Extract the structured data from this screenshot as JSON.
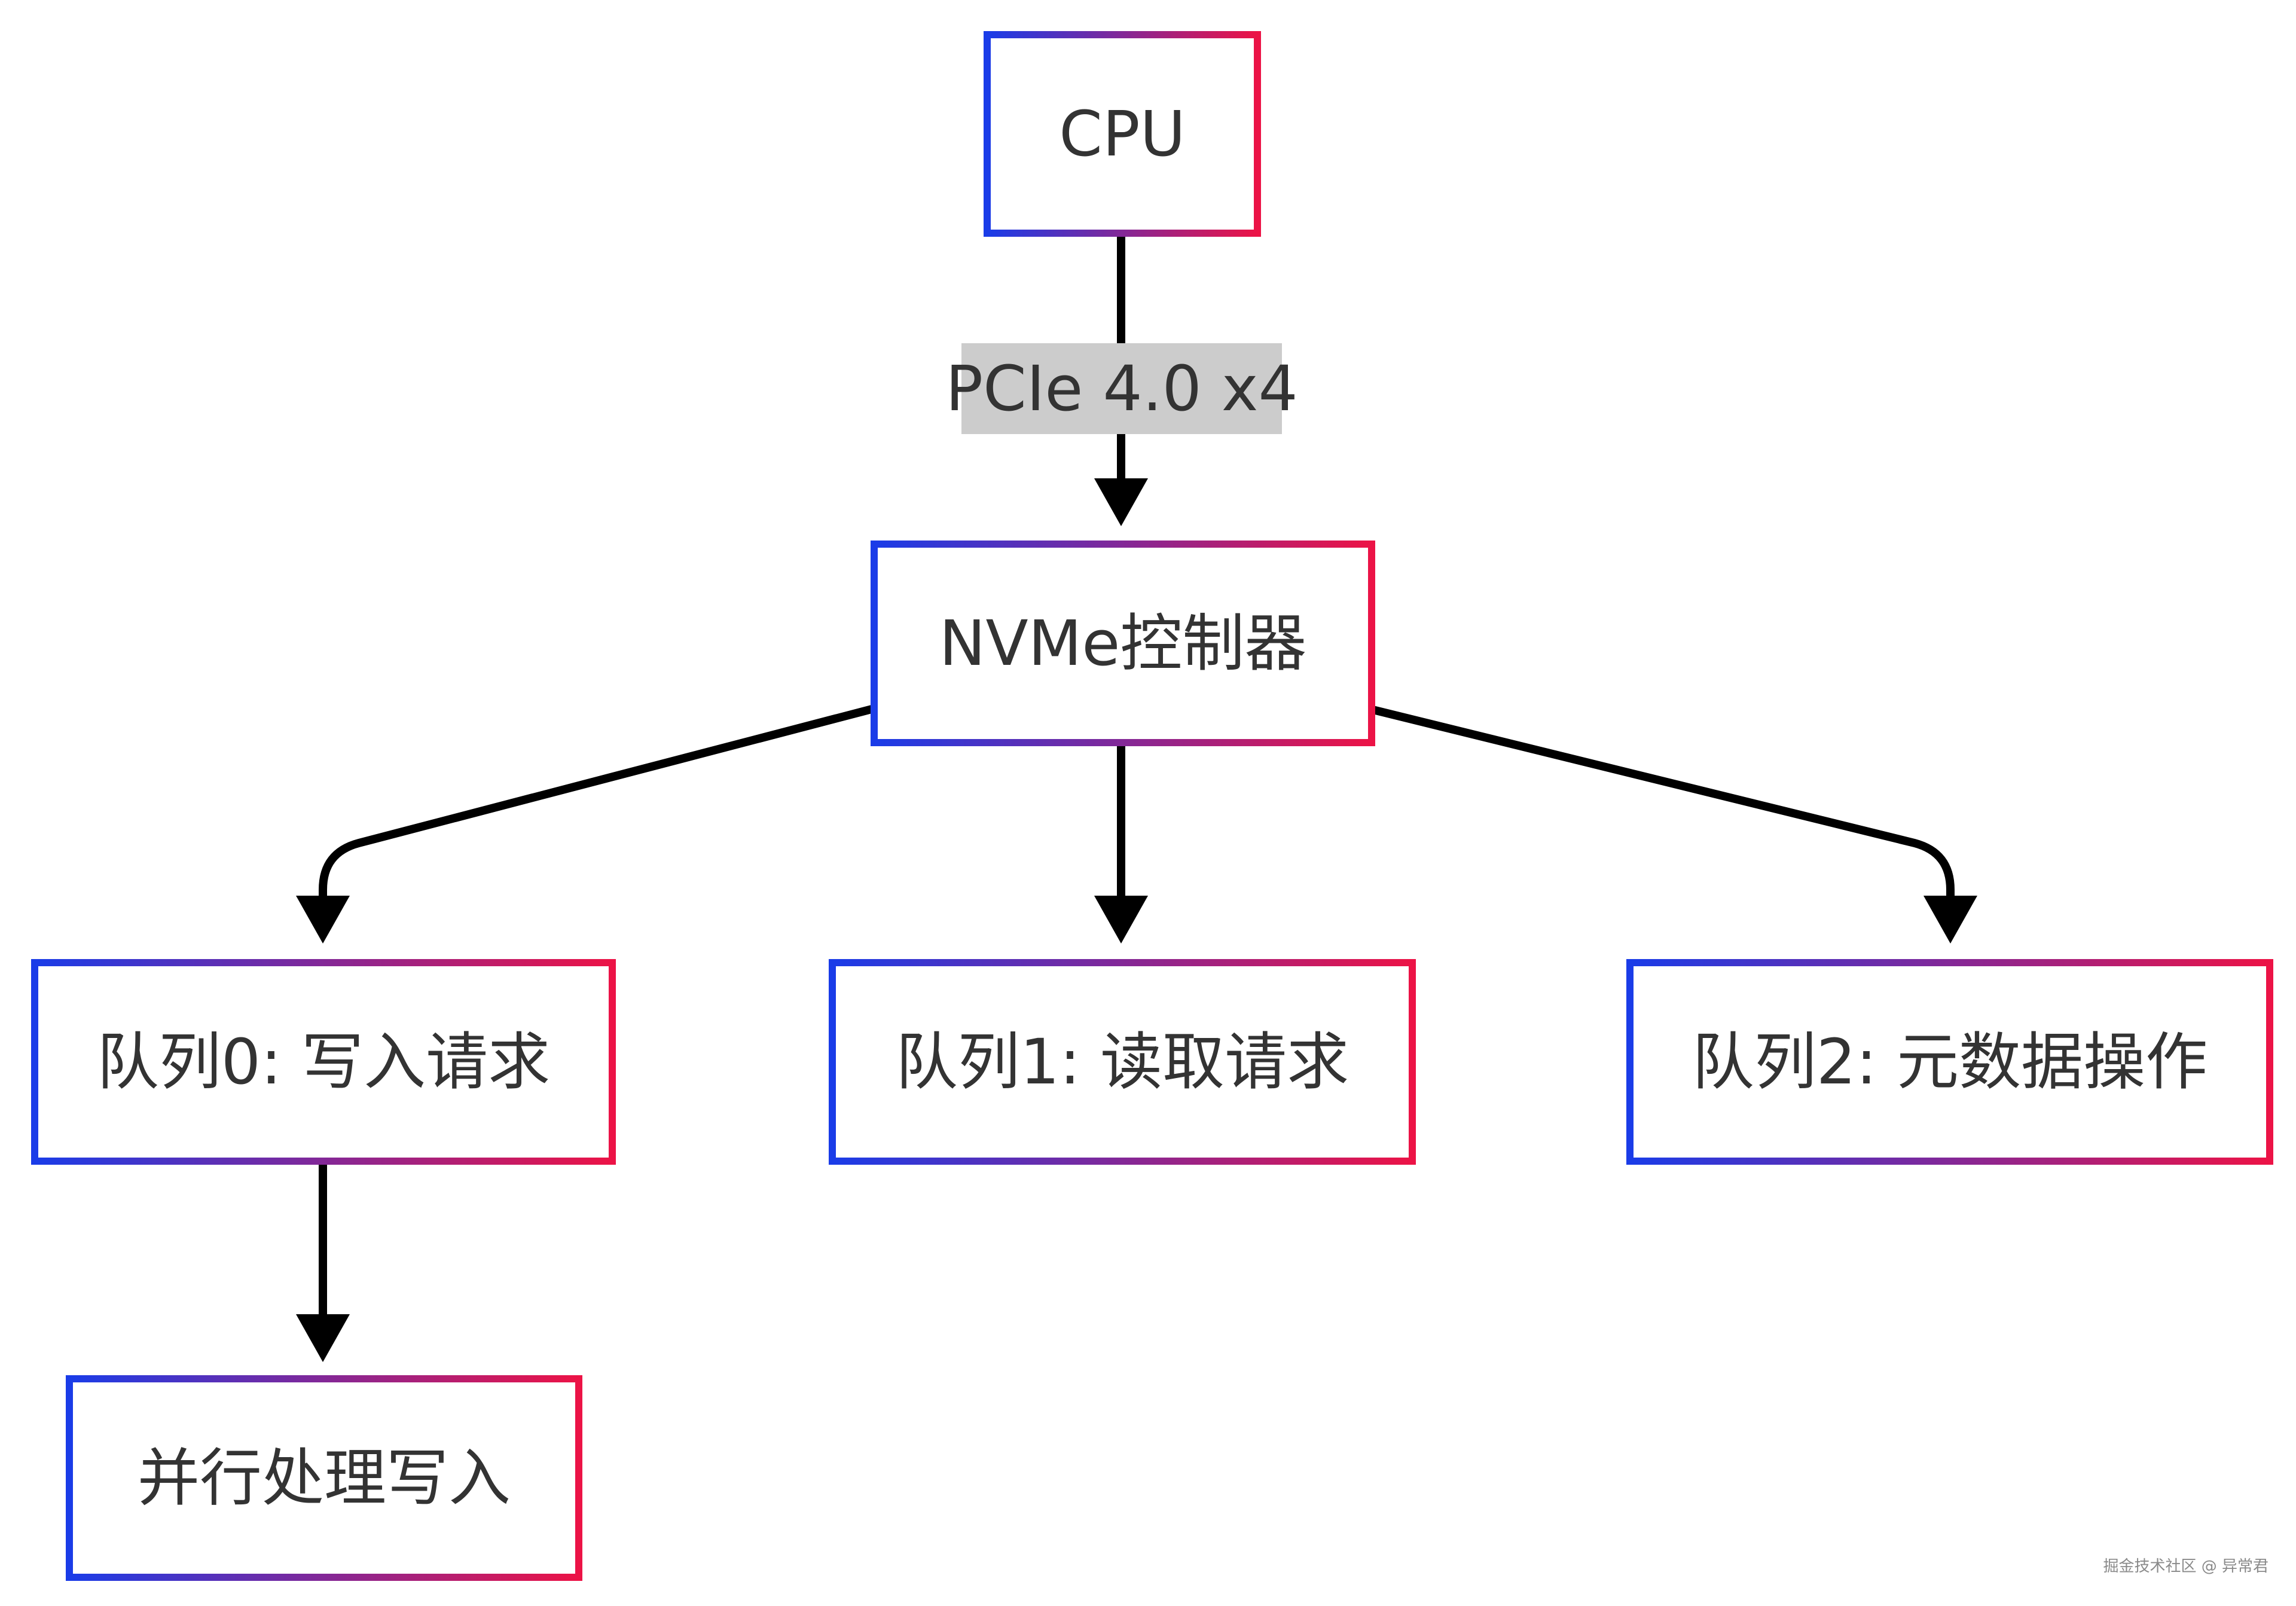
{
  "diagram": {
    "colors": {
      "border_start": "#1a3ce8",
      "border_end": "#ec1346",
      "edge": "#000000",
      "node_text": "#333333",
      "edge_label_background": "#cccccc",
      "background": "#ffffff"
    },
    "nodes": {
      "cpu": "CPU",
      "nvme": "NVMe控制器",
      "queue0": "队列0: 写入请求",
      "queue1": "队列1: 读取请求",
      "queue2": "队列2: 元数据操作",
      "parallel": "并行处理写入"
    },
    "edges": [
      {
        "from": "cpu",
        "to": "nvme",
        "label": "PCIe 4.0 x4"
      },
      {
        "from": "nvme",
        "to": "queue0",
        "label": ""
      },
      {
        "from": "nvme",
        "to": "queue1",
        "label": ""
      },
      {
        "from": "nvme",
        "to": "queue2",
        "label": ""
      },
      {
        "from": "queue0",
        "to": "parallel",
        "label": ""
      }
    ]
  },
  "watermark": "掘金技术社区 @ 异常君"
}
